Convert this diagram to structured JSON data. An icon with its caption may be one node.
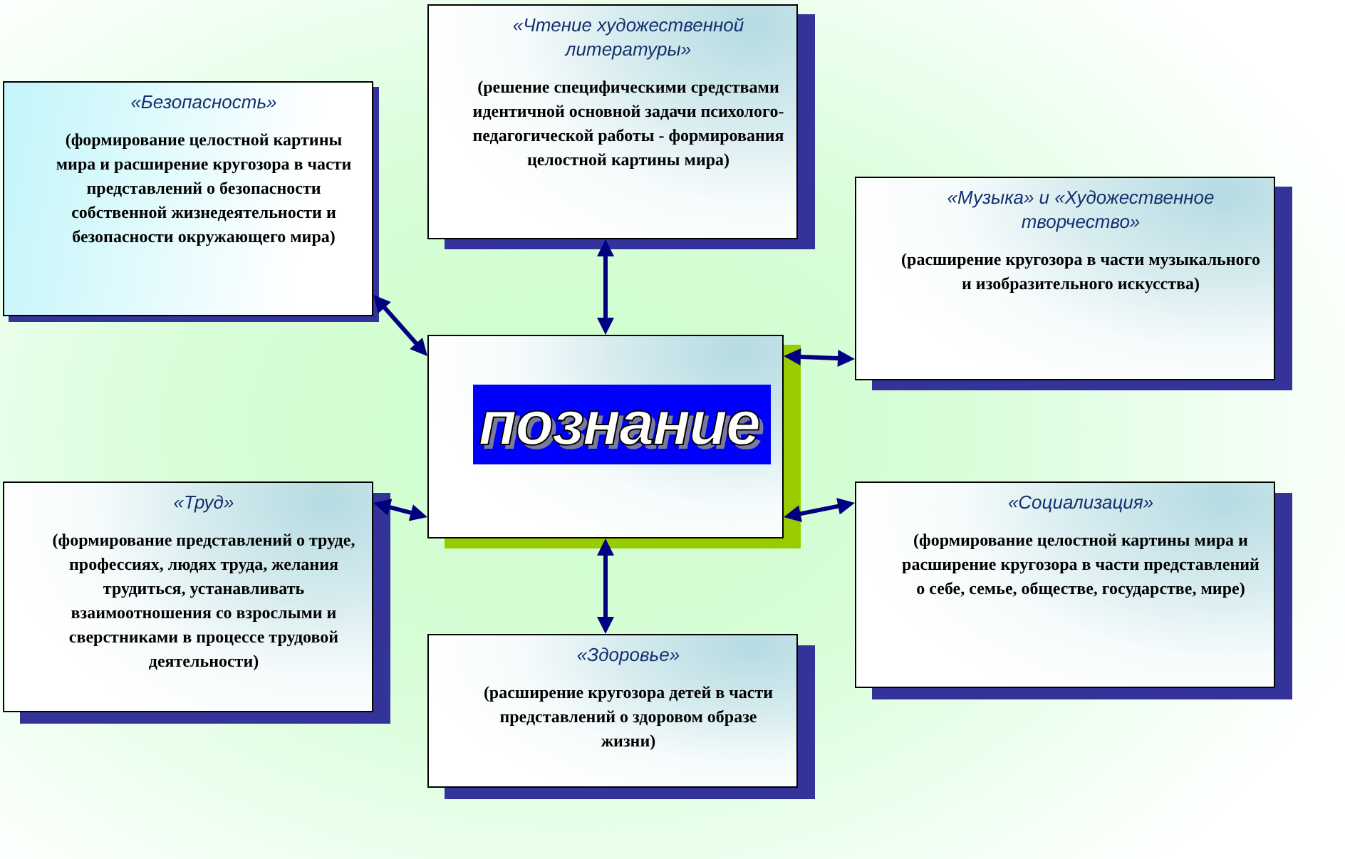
{
  "diagram": {
    "nodes": [
      {
        "text": [
          "«Чтение художественной литературы»",
          "(решение специфическими средствами идентичной основной задачи психолого-педагогической работы - формирования целостной картины мира)"
        ]
      },
      {
        "text": [
          "«Безопасность»",
          "(формирование целостной картины мира и расширение кругозора в части представлений о безопасности собственной жизнедеятельности и безопасности окружающего мира)"
        ]
      },
      {
        "text": [
          "«Музыка» и «Художественное творчество»",
          "(расширение кругозора в части музыкального и изобразительного искусства)"
        ]
      },
      {
        "text": [
          "познание"
        ]
      },
      {
        "text": [
          "«Труд»",
          "(формирование представлений о труде, профессиях, людях труда, желания трудиться, устанавливать взаимоотношения со взрослыми и сверстниками в процессе трудовой деятельности)"
        ]
      },
      {
        "text": [
          "«Социализация»",
          "(формирование целостной картины мира и расширение кругозора в части представлений о себе, семье, обществе, государстве, мире)"
        ]
      },
      {
        "text": [
          "«Здоровье»",
          "(расширение кругозора детей в части представлений о здоровом образе жизни)"
        ]
      }
    ],
    "edges": [
      {
        "from": 3,
        "to": 0,
        "arrow": "both"
      },
      {
        "from": 3,
        "to": 1,
        "arrow": "both"
      },
      {
        "from": 3,
        "to": 2,
        "arrow": "both"
      },
      {
        "from": 3,
        "to": 4,
        "arrow": "both"
      },
      {
        "from": 3,
        "to": 5,
        "arrow": "both"
      },
      {
        "from": 3,
        "to": 6,
        "arrow": "both"
      }
    ]
  }
}
